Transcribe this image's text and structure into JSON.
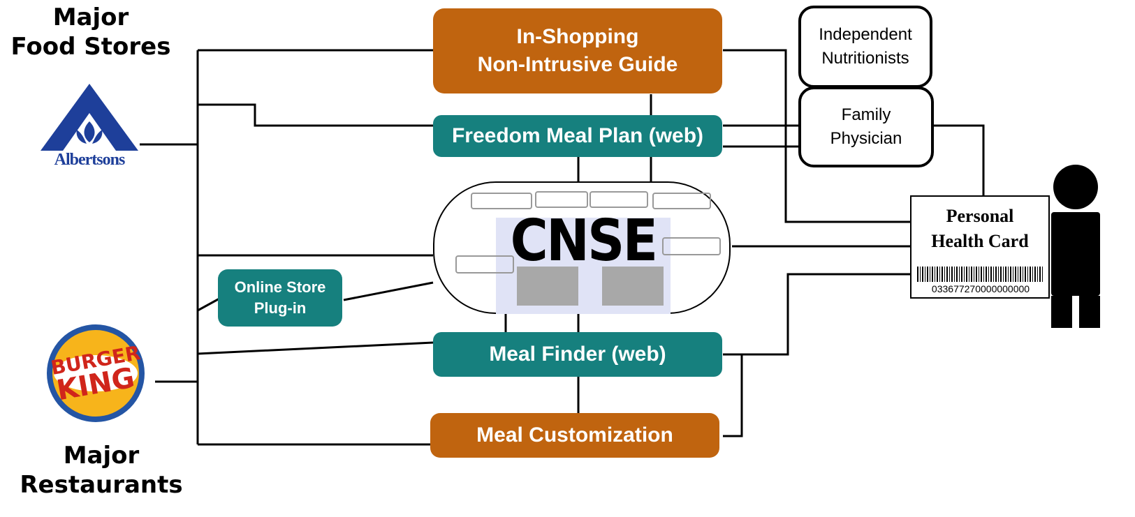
{
  "stores": {
    "heading": [
      "Major",
      "Food Stores"
    ],
    "logo_text": "Albertsons"
  },
  "restaurants": {
    "heading": [
      "Major",
      "Restaurants"
    ],
    "logo_text": [
      "BURGER",
      "KING"
    ]
  },
  "boxes": {
    "in_shopping": [
      "In-Shopping",
      "Non-Intrusive Guide"
    ],
    "freedom_meal_plan": "Freedom Meal Plan (web)",
    "online_store": [
      "Online Store",
      "Plug-in"
    ],
    "meal_finder": "Meal Finder (web)",
    "meal_customization": "Meal Customization",
    "independent_nutritionists": [
      "Independent",
      "Nutritionists"
    ],
    "family_physician": [
      "Family",
      "Physician"
    ]
  },
  "center": {
    "label": "CNSE"
  },
  "health_card": {
    "title": [
      "Personal",
      "Health Card"
    ],
    "barcode_number": "033677270000000000"
  },
  "colors": {
    "orange": "#c0640f",
    "teal": "#16807e",
    "albertsons_blue": "#1e3f9a",
    "bk_red": "#d0251b",
    "bk_yellow": "#f7b41b",
    "bk_blue": "#2455a4"
  }
}
